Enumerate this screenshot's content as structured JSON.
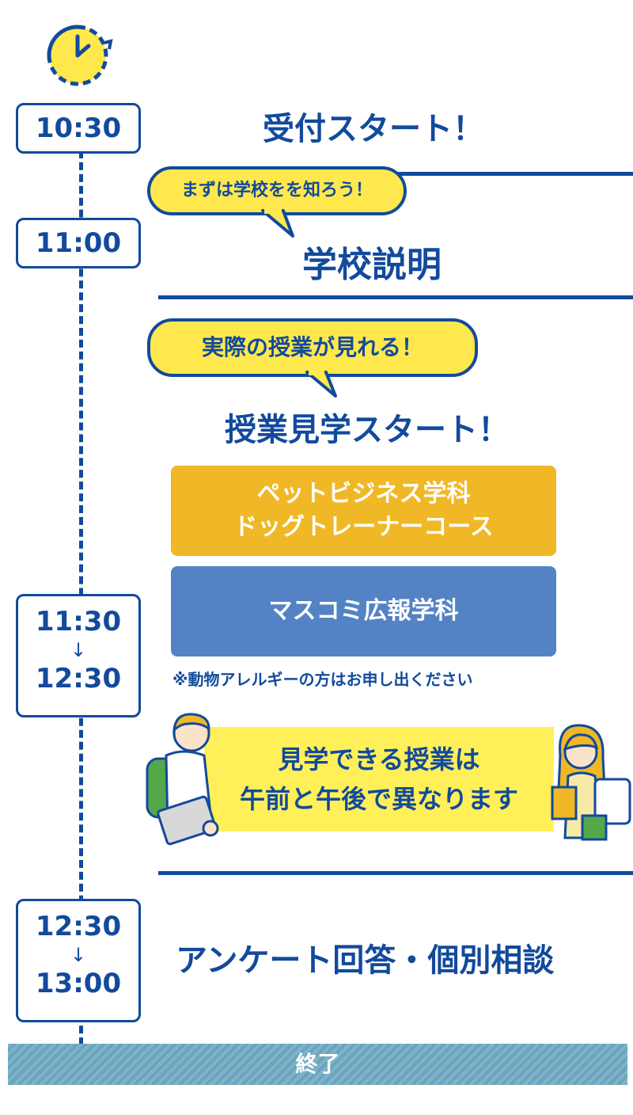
{
  "schedule": {
    "slot1": {
      "time": "10:30",
      "title": "受付スタート！"
    },
    "slot2": {
      "time": "11:00",
      "bubble": "まずは学校をを知ろう！",
      "title": "学校説明"
    },
    "slot3": {
      "time_start": "11:30",
      "arrow": "↓",
      "time_end": "12:30",
      "bubble": "実際の授業が見れる！",
      "title": "授業見学スタート！",
      "courses": [
        {
          "line1": "ペットビジネス学科",
          "line2": "ドッグトレーナーコース",
          "color": "#f0b826"
        },
        {
          "line1": "マスコミ広報学科",
          "line2": "",
          "color": "#5383c4"
        }
      ],
      "note": "※動物アレルギーの方はお申し出ください",
      "banner_line1": "見学できる授業は",
      "banner_line2": "午前と午後で異なります"
    },
    "slot4": {
      "time_start": "12:30",
      "arrow": "↓",
      "time_end": "13:00",
      "title": "アンケート回答・個別相談"
    },
    "end_label": "終了"
  },
  "colors": {
    "primary": "#124a9c",
    "yellow": "#ffe84d",
    "end_bar": "#7fb3c9"
  }
}
